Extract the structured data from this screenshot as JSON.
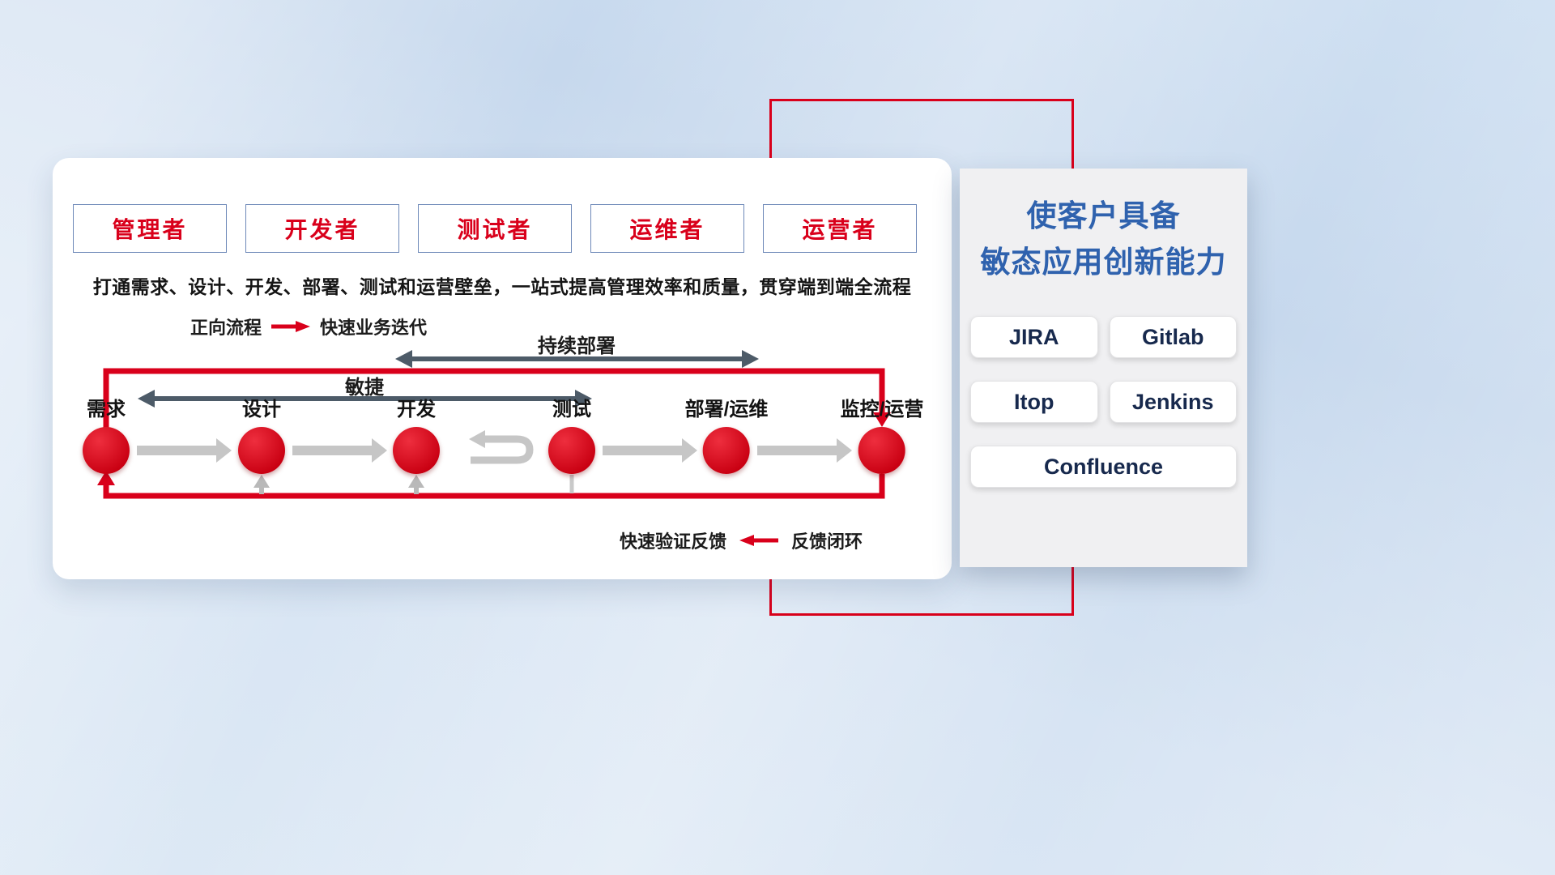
{
  "colors": {
    "primary_red": "#d9001b",
    "title_blue": "#2f62ae",
    "dark_arrow": "#4d5b68",
    "gray_arrow": "#c6c6c6"
  },
  "roles": [
    {
      "label": "管理者"
    },
    {
      "label": "开发者"
    },
    {
      "label": "测试者"
    },
    {
      "label": "运维者"
    },
    {
      "label": "运营者"
    }
  ],
  "subtitle": "打通需求、设计、开发、部署、测试和运营壁垒，一站式提高管理效率和质量，贯穿端到端全流程",
  "legend_forward": {
    "label": "正向流程",
    "desc": "快速业务迭代"
  },
  "flow_labels": {
    "continuous_deploy": "持续部署",
    "agile": "敏捷"
  },
  "stages": [
    {
      "label": "需求"
    },
    {
      "label": "设计"
    },
    {
      "label": "开发"
    },
    {
      "label": "测试"
    },
    {
      "label": "部署/运维"
    },
    {
      "label": "监控/运营"
    }
  ],
  "legend_feedback": {
    "label": "快速验证反馈",
    "desc": "反馈闭环"
  },
  "right_panel": {
    "title_line1": "使客户具备",
    "title_line2": "敏态应用创新能力",
    "tools": [
      "JIRA",
      "Gitlab",
      "Itop",
      "Jenkins",
      "Confluence"
    ]
  }
}
